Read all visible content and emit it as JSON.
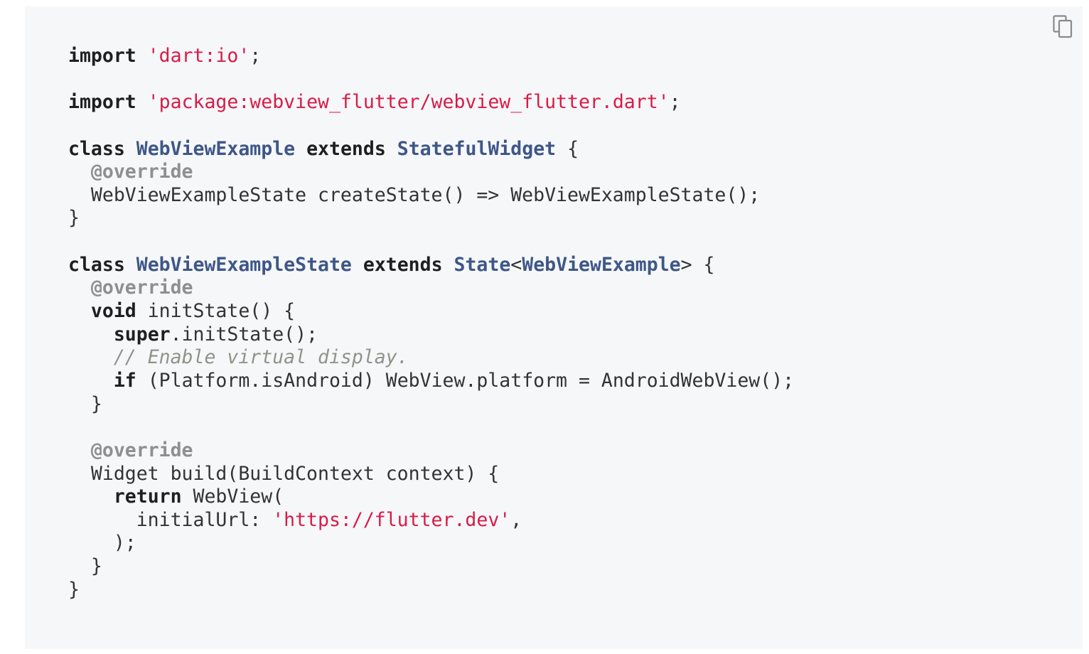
{
  "copy_button": {
    "icon": "copy-icon",
    "label": ""
  },
  "code": {
    "language": "dart",
    "lines": [
      [
        {
          "t": "kw",
          "v": "import"
        },
        {
          "t": "pl",
          "v": " "
        },
        {
          "t": "str",
          "v": "'dart:io'"
        },
        {
          "t": "pl",
          "v": ";"
        }
      ],
      [],
      [
        {
          "t": "kw",
          "v": "import"
        },
        {
          "t": "pl",
          "v": " "
        },
        {
          "t": "str",
          "v": "'package:webview_flutter/webview_flutter.dart'"
        },
        {
          "t": "pl",
          "v": ";"
        }
      ],
      [],
      [
        {
          "t": "kw",
          "v": "class"
        },
        {
          "t": "pl",
          "v": " "
        },
        {
          "t": "type",
          "v": "WebViewExample"
        },
        {
          "t": "pl",
          "v": " "
        },
        {
          "t": "kw",
          "v": "extends"
        },
        {
          "t": "pl",
          "v": " "
        },
        {
          "t": "type",
          "v": "StatefulWidget"
        },
        {
          "t": "pl",
          "v": " {"
        }
      ],
      [
        {
          "t": "pl",
          "v": "  "
        },
        {
          "t": "ann",
          "v": "@override"
        }
      ],
      [
        {
          "t": "pl",
          "v": "  WebViewExampleState createState() => WebViewExampleState();"
        }
      ],
      [
        {
          "t": "pl",
          "v": "}"
        }
      ],
      [],
      [
        {
          "t": "kw",
          "v": "class"
        },
        {
          "t": "pl",
          "v": " "
        },
        {
          "t": "type",
          "v": "WebViewExampleState"
        },
        {
          "t": "pl",
          "v": " "
        },
        {
          "t": "kw",
          "v": "extends"
        },
        {
          "t": "pl",
          "v": " "
        },
        {
          "t": "type",
          "v": "State"
        },
        {
          "t": "pl",
          "v": "<"
        },
        {
          "t": "type",
          "v": "WebViewExample"
        },
        {
          "t": "pl",
          "v": "> {"
        }
      ],
      [
        {
          "t": "pl",
          "v": "  "
        },
        {
          "t": "ann",
          "v": "@override"
        }
      ],
      [
        {
          "t": "pl",
          "v": "  "
        },
        {
          "t": "kw",
          "v": "void"
        },
        {
          "t": "pl",
          "v": " initState() {"
        }
      ],
      [
        {
          "t": "pl",
          "v": "    "
        },
        {
          "t": "kw",
          "v": "super"
        },
        {
          "t": "pl",
          "v": ".initState();"
        }
      ],
      [
        {
          "t": "pl",
          "v": "    "
        },
        {
          "t": "cm",
          "v": "// Enable virtual display."
        }
      ],
      [
        {
          "t": "pl",
          "v": "    "
        },
        {
          "t": "kw",
          "v": "if"
        },
        {
          "t": "pl",
          "v": " (Platform.isAndroid) WebView.platform = AndroidWebView();"
        }
      ],
      [
        {
          "t": "pl",
          "v": "  }"
        }
      ],
      [],
      [
        {
          "t": "pl",
          "v": "  "
        },
        {
          "t": "ann",
          "v": "@override"
        }
      ],
      [
        {
          "t": "pl",
          "v": "  Widget build(BuildContext context) {"
        }
      ],
      [
        {
          "t": "pl",
          "v": "    "
        },
        {
          "t": "kw",
          "v": "return"
        },
        {
          "t": "pl",
          "v": " WebView("
        }
      ],
      [
        {
          "t": "pl",
          "v": "      initialUrl: "
        },
        {
          "t": "str",
          "v": "'https://flutter.dev'"
        },
        {
          "t": "pl",
          "v": ","
        }
      ],
      [
        {
          "t": "pl",
          "v": "    );"
        }
      ],
      [
        {
          "t": "pl",
          "v": "  }"
        }
      ],
      [
        {
          "t": "pl",
          "v": "}"
        }
      ]
    ]
  }
}
